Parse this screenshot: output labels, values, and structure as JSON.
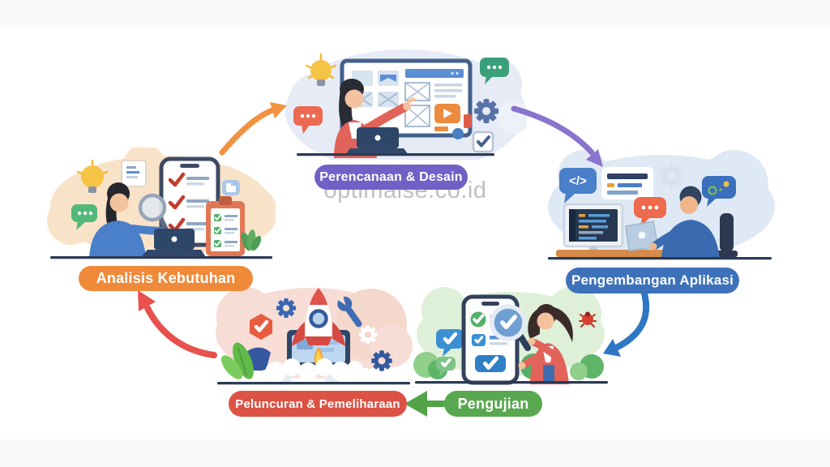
{
  "canvas": {
    "background": "#ffffff",
    "letterbox": "#fafafa",
    "baseline_color": "#2c3a55"
  },
  "watermark": {
    "text": "optimaise.co.id",
    "color": "#b5b5b5"
  },
  "cycle": {
    "stages": [
      {
        "id": "perencanaan",
        "label": "Perencanaan & Desain",
        "pill_color": "#6f61c5",
        "position": "top-center",
        "icons": [
          "lightbulb-icon",
          "chat-dots-icon",
          "wireframe-board-icon",
          "play-media-icon",
          "gear-icon",
          "checklist-icon",
          "laptop-icon"
        ]
      },
      {
        "id": "pengembangan",
        "label": "Pengembangan Aplikasi",
        "pill_color": "#3d72ba",
        "position": "right",
        "code_bubble_text": "</>",
        "icons": [
          "code-bubble-icon",
          "document-card-icon",
          "gear-icon",
          "chat-dots-icon",
          "bug-bubble-icon",
          "code-monitor-icon",
          "laptop-icon"
        ]
      },
      {
        "id": "pengujian",
        "label": "Pengujian",
        "pill_color": "#58a84f",
        "position": "bottom-right",
        "icons": [
          "check-bubble-icon",
          "phone-checklist-icon",
          "magnifier-check-icon",
          "bug-icon"
        ]
      },
      {
        "id": "peluncuran",
        "label": "Peluncuran & Pemeliharaan",
        "pill_color": "#dc5244",
        "position": "bottom-left",
        "icons": [
          "rocket-icon",
          "wrench-icon",
          "gear-icon",
          "hexagon-check-icon",
          "leaf-icon",
          "laptop-icon"
        ]
      },
      {
        "id": "analisis",
        "label": "Analisis Kebutuhan",
        "pill_color": "#ef8a3a",
        "position": "left",
        "icons": [
          "lightbulb-icon",
          "document-icon",
          "chat-dots-icon",
          "phone-checklist-icon",
          "clipboard-checklist-icon",
          "magnifier-icon",
          "laptop-icon",
          "plant-icon"
        ]
      }
    ],
    "arrows": [
      {
        "from": "analisis",
        "to": "perencanaan",
        "color": "#f0923f",
        "direction": "up-right"
      },
      {
        "from": "perencanaan",
        "to": "pengembangan",
        "color": "#8a74ce",
        "direction": "down-right"
      },
      {
        "from": "pengembangan",
        "to": "pengujian",
        "color": "#2e77c5",
        "direction": "down-left"
      },
      {
        "from": "pengujian",
        "to": "peluncuran",
        "color": "#52a348",
        "direction": "left"
      },
      {
        "from": "peluncuran",
        "to": "analisis",
        "color": "#e8514d",
        "direction": "up-left"
      }
    ]
  }
}
